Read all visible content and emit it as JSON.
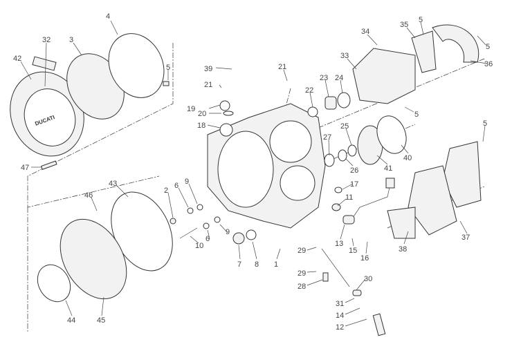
{
  "diagram": {
    "type": "exploded parts diagram",
    "cover_logo_text": "DUCATI",
    "labels": [
      "4",
      "32",
      "3",
      "42",
      "5",
      "47",
      "39",
      "21",
      "19",
      "20",
      "18",
      "21",
      "22",
      "23",
      "24",
      "33",
      "34",
      "35",
      "5",
      "5",
      "36",
      "5",
      "25",
      "27",
      "26",
      "41",
      "40",
      "5",
      "2",
      "6",
      "9",
      "17",
      "11",
      "13",
      "15",
      "16",
      "38",
      "37",
      "9",
      "6",
      "10",
      "7",
      "8",
      "1",
      "29",
      "29",
      "28",
      "30",
      "31",
      "14",
      "12",
      "46",
      "43",
      "44",
      "45"
    ]
  }
}
